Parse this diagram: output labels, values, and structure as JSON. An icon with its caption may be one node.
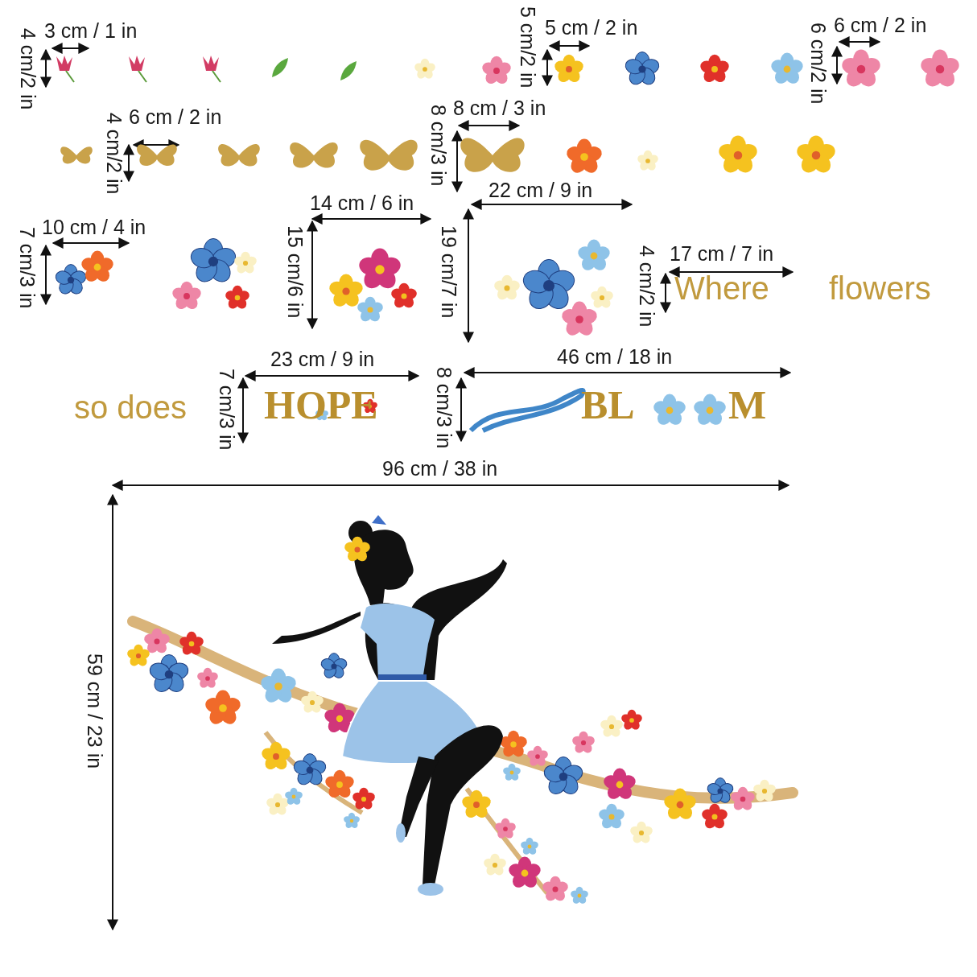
{
  "diagram": {
    "labels": [
      "3 cm / 1 in",
      "4 cm/2 in",
      "5 cm / 2 in",
      "5 cm/2 in",
      "6 cm / 2 in",
      "6 cm/2 in",
      "6 cm / 2 in",
      "4 cm/2 in",
      "8 cm / 3 in",
      "8 cm/3 in",
      "10 cm / 4 in",
      "7 cm/3 in",
      "14 cm / 6 in",
      "15 cm/6 in",
      "22 cm / 9 in",
      "19 cm/7 in",
      "17 cm / 7 in",
      "4 cm/2 in",
      "Where",
      "flowers",
      "23 cm / 9 in",
      "46 cm / 18 in",
      "so does",
      "7 cm/3 in",
      "HOPE",
      "8 cm/3 in",
      "BL",
      "M",
      "96 cm / 38 in",
      "59 cm / 23 in"
    ]
  }
}
